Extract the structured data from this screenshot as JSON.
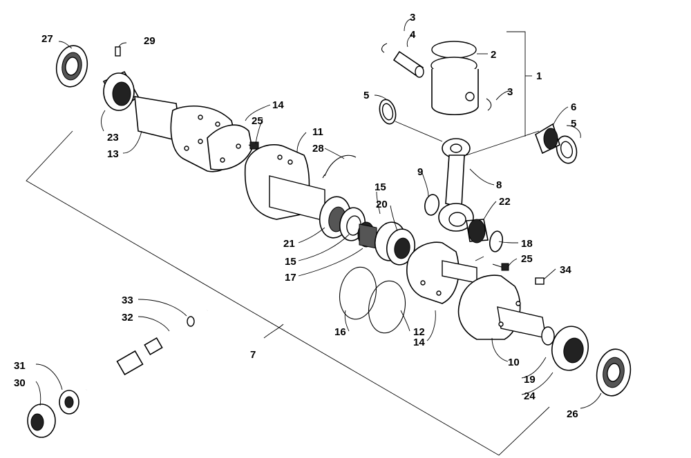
{
  "diagram": {
    "callouts": [
      {
        "id": "c1",
        "text": "1"
      },
      {
        "id": "c2",
        "text": "2"
      },
      {
        "id": "c3a",
        "text": "3"
      },
      {
        "id": "c3b",
        "text": "3"
      },
      {
        "id": "c4",
        "text": "4"
      },
      {
        "id": "c5a",
        "text": "5"
      },
      {
        "id": "c5b",
        "text": "5"
      },
      {
        "id": "c6",
        "text": "6"
      },
      {
        "id": "c7",
        "text": "7"
      },
      {
        "id": "c8",
        "text": "8"
      },
      {
        "id": "c9",
        "text": "9"
      },
      {
        "id": "c10",
        "text": "10"
      },
      {
        "id": "c11",
        "text": "11"
      },
      {
        "id": "c12",
        "text": "12"
      },
      {
        "id": "c13",
        "text": "13"
      },
      {
        "id": "c14a",
        "text": "14"
      },
      {
        "id": "c14b",
        "text": "14"
      },
      {
        "id": "c15a",
        "text": "15"
      },
      {
        "id": "c15b",
        "text": "15"
      },
      {
        "id": "c16",
        "text": "16"
      },
      {
        "id": "c17",
        "text": "17"
      },
      {
        "id": "c18",
        "text": "18"
      },
      {
        "id": "c19",
        "text": "19"
      },
      {
        "id": "c20",
        "text": "20"
      },
      {
        "id": "c21",
        "text": "21"
      },
      {
        "id": "c22",
        "text": "22"
      },
      {
        "id": "c23",
        "text": "23"
      },
      {
        "id": "c24",
        "text": "24"
      },
      {
        "id": "c25a",
        "text": "25"
      },
      {
        "id": "c25b",
        "text": "25"
      },
      {
        "id": "c26",
        "text": "26"
      },
      {
        "id": "c27",
        "text": "27"
      },
      {
        "id": "c28",
        "text": "28"
      },
      {
        "id": "c29",
        "text": "29"
      },
      {
        "id": "c30",
        "text": "30"
      },
      {
        "id": "c31",
        "text": "31"
      },
      {
        "id": "c32",
        "text": "32"
      },
      {
        "id": "c33",
        "text": "33"
      },
      {
        "id": "c34",
        "text": "34"
      }
    ]
  }
}
